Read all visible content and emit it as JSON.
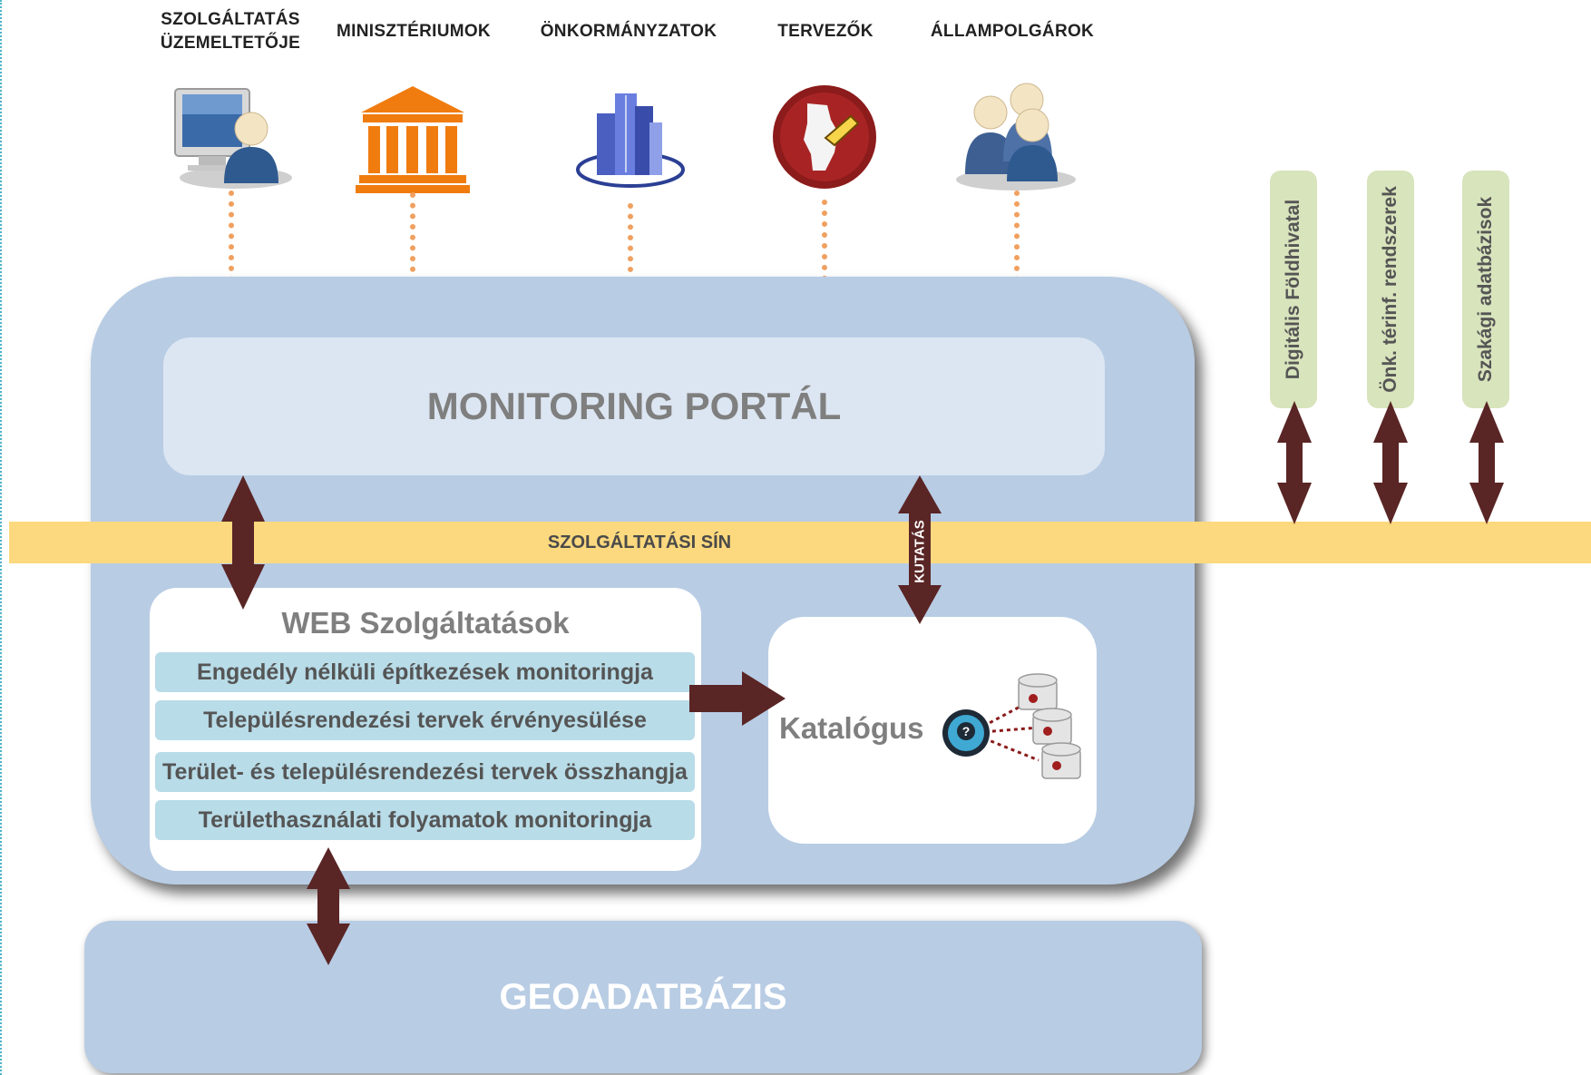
{
  "actors": [
    {
      "label": "SZOLGÁLTATÁS ÜZEMELTETŐJE",
      "icon": "operator-computer-icon"
    },
    {
      "label": "MINISZTÉRIUMOK",
      "icon": "ministry-building-icon"
    },
    {
      "label": "ÖNKORMÁNYZATOK",
      "icon": "city-skyscraper-icon"
    },
    {
      "label": "TERVEZŐK",
      "icon": "planner-map-icon"
    },
    {
      "label": "ÁLLAMPOLGÁROK",
      "icon": "citizens-group-icon"
    }
  ],
  "portal": {
    "title": "MONITORING PORTÁL"
  },
  "rail": {
    "label": "SZOLGÁLTATÁSI SÍN",
    "research_label": "KUTATÁS"
  },
  "web_services": {
    "title": "WEB Szolgáltatások",
    "items": [
      "Engedély nélküli építkezések monitoringja",
      "Településrendezési tervek érvényesülése",
      "Terület- és településrendezési  tervek összhangja",
      "Területhasználati folyamatok monitoringja"
    ]
  },
  "catalog": {
    "label": "Katalógus",
    "icon": "catalog-database-icon"
  },
  "geodatabase": {
    "label": "GEOADATBÁZIS"
  },
  "external_systems": [
    "Digitális Földhivatal",
    "Önk. térinf. rendszerek",
    "Szakági adatbázisok"
  ],
  "colors": {
    "panel": "#b8cce4",
    "portal": "#dce6f2",
    "rail": "#fcd97e",
    "arrow": "#5a2525",
    "connector": "#f0a060",
    "external": "#d8e4bc",
    "service": "#b8dce8"
  }
}
